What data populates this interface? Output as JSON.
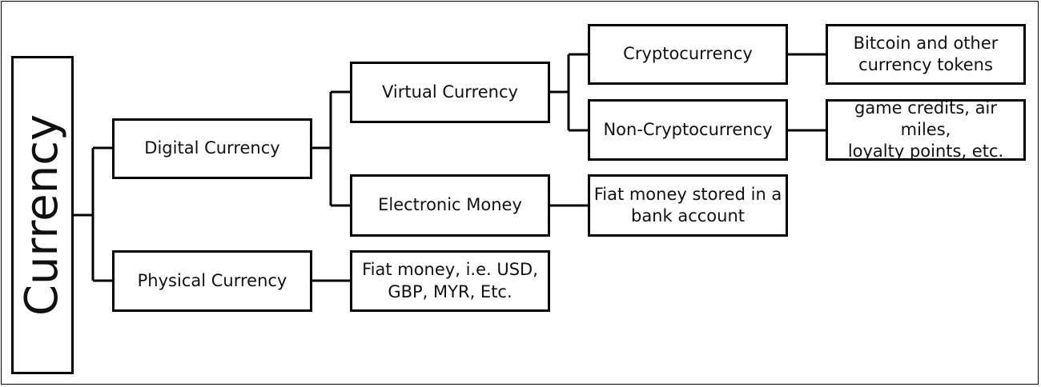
{
  "root": {
    "label": "Currency"
  },
  "nodes": {
    "digital": "Digital Currency",
    "physical": "Physical Currency",
    "virtual": "Virtual Currency",
    "electronic": "Electronic Money",
    "crypto": "Cryptocurrency",
    "noncrypto": "Non-Cryptocurrency",
    "physical_example": "Fiat money, i.e. USD,\nGBP, MYR, Etc.",
    "electronic_example": "Fiat money stored in a\nbank account",
    "crypto_example": "Bitcoin and other\ncurrency tokens",
    "noncrypto_example": "game credits, air miles,\nloyalty points, etc."
  }
}
